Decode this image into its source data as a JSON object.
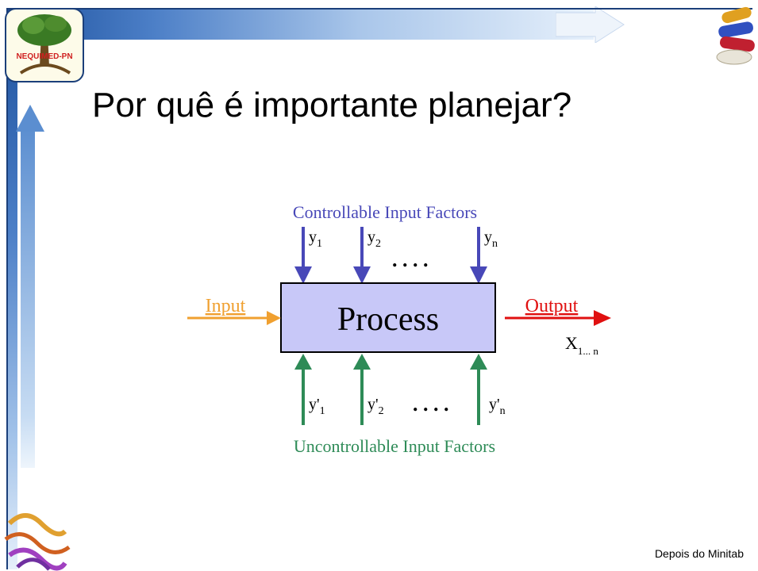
{
  "title": "Por quê é importante planejar?",
  "footer": "Depois do Minitab",
  "diagram": {
    "controllable_label": "Controllable Input Factors",
    "uncontrollable_label": "Uncontrollable Input Factors",
    "input_label": "Input",
    "output_label": "Output",
    "process_label": "Process",
    "output_var": {
      "base": "X",
      "sub": "1... n"
    },
    "controllable_vars": [
      {
        "base": "y",
        "sub": "1"
      },
      {
        "base": "y",
        "sub": "2"
      },
      {
        "base": "y",
        "sub": "n"
      }
    ],
    "uncontrollable_vars": [
      {
        "base": "y'",
        "sub": "1"
      },
      {
        "base": "y'",
        "sub": "2"
      },
      {
        "base": "y'",
        "sub": "n"
      }
    ],
    "ellipsis": ". . . .",
    "colors": {
      "controllable": "#4848b8",
      "uncontrollable": "#2e8b57",
      "input": "#f0a030",
      "output": "#e01010",
      "process_fill": "#c8c8f8"
    }
  },
  "logo": {
    "text": "NEQUIMED-PN"
  }
}
